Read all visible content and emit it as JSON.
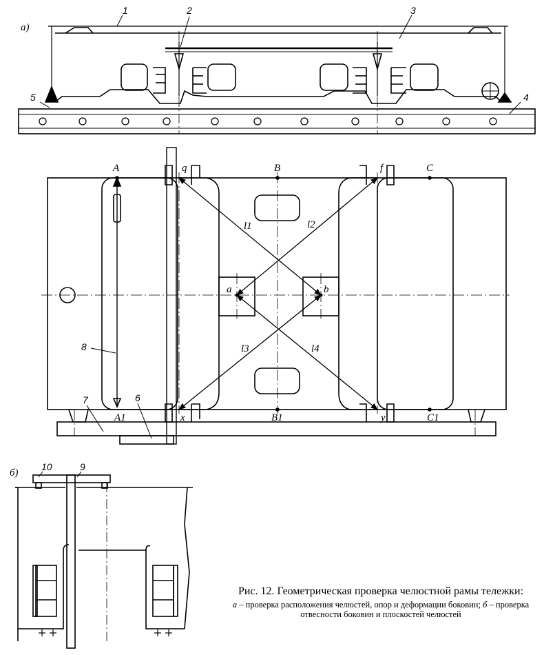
{
  "labels": {
    "part_a": "а)",
    "part_b": "б)",
    "n1": "1",
    "n2": "2",
    "n3": "3",
    "n4": "4",
    "n5": "5",
    "n6": "6",
    "n7": "7",
    "n8": "8",
    "n9": "9",
    "n10": "10",
    "A": "A",
    "B": "B",
    "C": "C",
    "q": "q",
    "f": "f",
    "a": "a",
    "b": "b",
    "l1": "l1",
    "l2": "l2",
    "l3": "l3",
    "l4": "l4",
    "A1": "A1",
    "B1": "B1",
    "C1": "C1",
    "x": "x",
    "y": "y"
  },
  "caption": {
    "title": "Рис. 12. Геометрическая проверка челюстной рамы тележки:",
    "a_marker": "а",
    "a_text": " – проверка расположения челюстей, опор и деформации боковин; ",
    "b_marker": "б",
    "b_text": " – проверка отвесности боковин и плоскостей челюстей"
  }
}
